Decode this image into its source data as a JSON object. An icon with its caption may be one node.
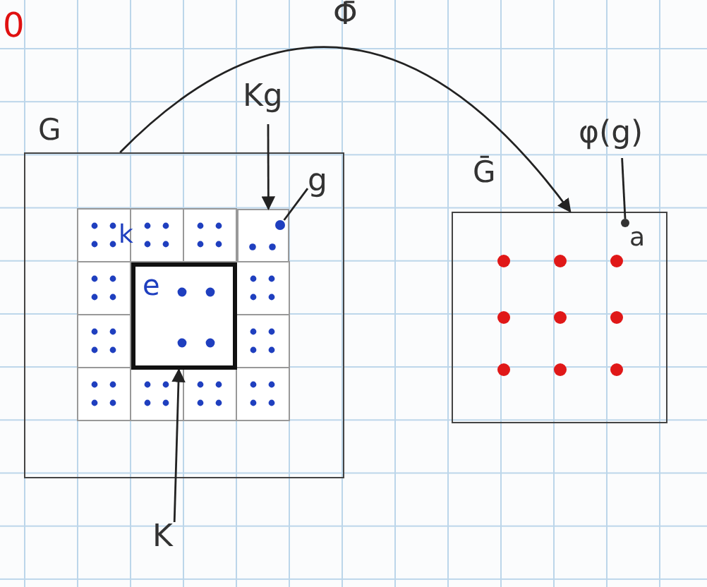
{
  "diagram": {
    "nodes": [
      {
        "text": [
          "G"
        ]
      },
      {
        "text": [
          "Kg"
        ]
      },
      {
        "text": [],
        "shape": "box",
        "in": 0
      },
      {
        "text": [
          "g"
        ],
        "in": 0
      },
      {
        "text": [],
        "shape": "circle",
        "in": 2
      },
      {
        "text": [
          "K"
        ]
      },
      {
        "text": [
          "e"
        ],
        "in": 0
      },
      {
        "text": [
          "Ḡ"
        ]
      },
      {
        "text": [
          "φ(g)"
        ]
      },
      {
        "text": [],
        "shape": "circle",
        "in": 7
      }
    ],
    "edges": [
      {
        "from": 0,
        "to": 7,
        "arrow": "to",
        "label": "Φ̄"
      },
      {
        "from": 1,
        "to": 2,
        "arrow": "to"
      },
      {
        "from": 3,
        "to": 4,
        "arrow": "none"
      },
      {
        "from": 5,
        "to": 6,
        "arrow": "to"
      },
      {
        "from": 8,
        "to": 9,
        "arrow": "none"
      }
    ],
    "labels": [
      "0",
      "k",
      "a"
    ]
  }
}
